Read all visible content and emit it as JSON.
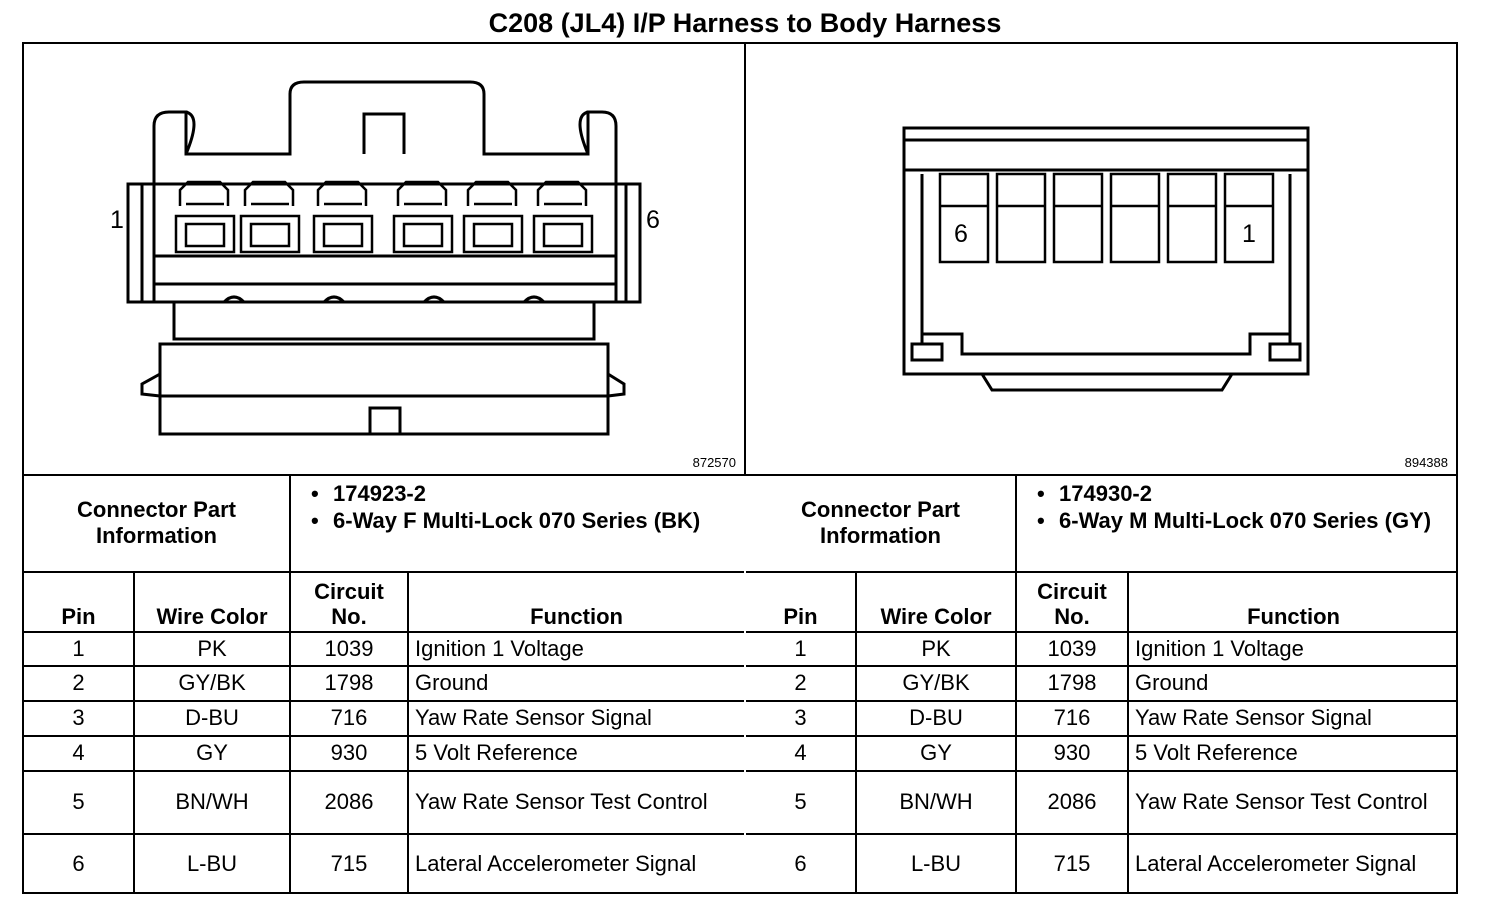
{
  "title": "C208 (JL4) I/P Harness to Body Harness",
  "left_panel": {
    "figure_id": "872570",
    "pin_left": "1",
    "pin_right": "6",
    "connector_label": "Connector Part Information",
    "part_info": [
      "174923-2",
      "6-Way F Multi-Lock 070 Series (BK)"
    ],
    "headers": {
      "pin": "Pin",
      "wire_color": "Wire Color",
      "circuit": "Circuit No.",
      "function": "Function"
    },
    "rows": [
      {
        "pin": "1",
        "color": "PK",
        "circuit": "1039",
        "function": "Ignition 1 Voltage"
      },
      {
        "pin": "2",
        "color": "GY/BK",
        "circuit": "1798",
        "function": "Ground"
      },
      {
        "pin": "3",
        "color": "D-BU",
        "circuit": "716",
        "function": "Yaw Rate Sensor Signal"
      },
      {
        "pin": "4",
        "color": "GY",
        "circuit": "930",
        "function": "5 Volt Reference"
      },
      {
        "pin": "5",
        "color": "BN/WH",
        "circuit": "2086",
        "function": "Yaw Rate Sensor Test Control"
      },
      {
        "pin": "6",
        "color": "L-BU",
        "circuit": "715",
        "function": "Lateral Accelerometer Signal"
      }
    ]
  },
  "right_panel": {
    "figure_id": "894388",
    "pin_left": "6",
    "pin_right": "1",
    "connector_label": "Connector Part Information",
    "part_info": [
      "174930-2",
      "6-Way M Multi-Lock 070 Series (GY)"
    ],
    "headers": {
      "pin": "Pin",
      "wire_color": "Wire Color",
      "circuit": "Circuit No.",
      "function": "Function"
    },
    "rows": [
      {
        "pin": "1",
        "color": "PK",
        "circuit": "1039",
        "function": "Ignition 1 Voltage"
      },
      {
        "pin": "2",
        "color": "GY/BK",
        "circuit": "1798",
        "function": "Ground"
      },
      {
        "pin": "3",
        "color": "D-BU",
        "circuit": "716",
        "function": "Yaw Rate Sensor Signal"
      },
      {
        "pin": "4",
        "color": "GY",
        "circuit": "930",
        "function": "5 Volt Reference"
      },
      {
        "pin": "5",
        "color": "BN/WH",
        "circuit": "2086",
        "function": "Yaw Rate Sensor Test Control"
      },
      {
        "pin": "6",
        "color": "L-BU",
        "circuit": "715",
        "function": "Lateral Accelerometer Signal"
      }
    ]
  }
}
